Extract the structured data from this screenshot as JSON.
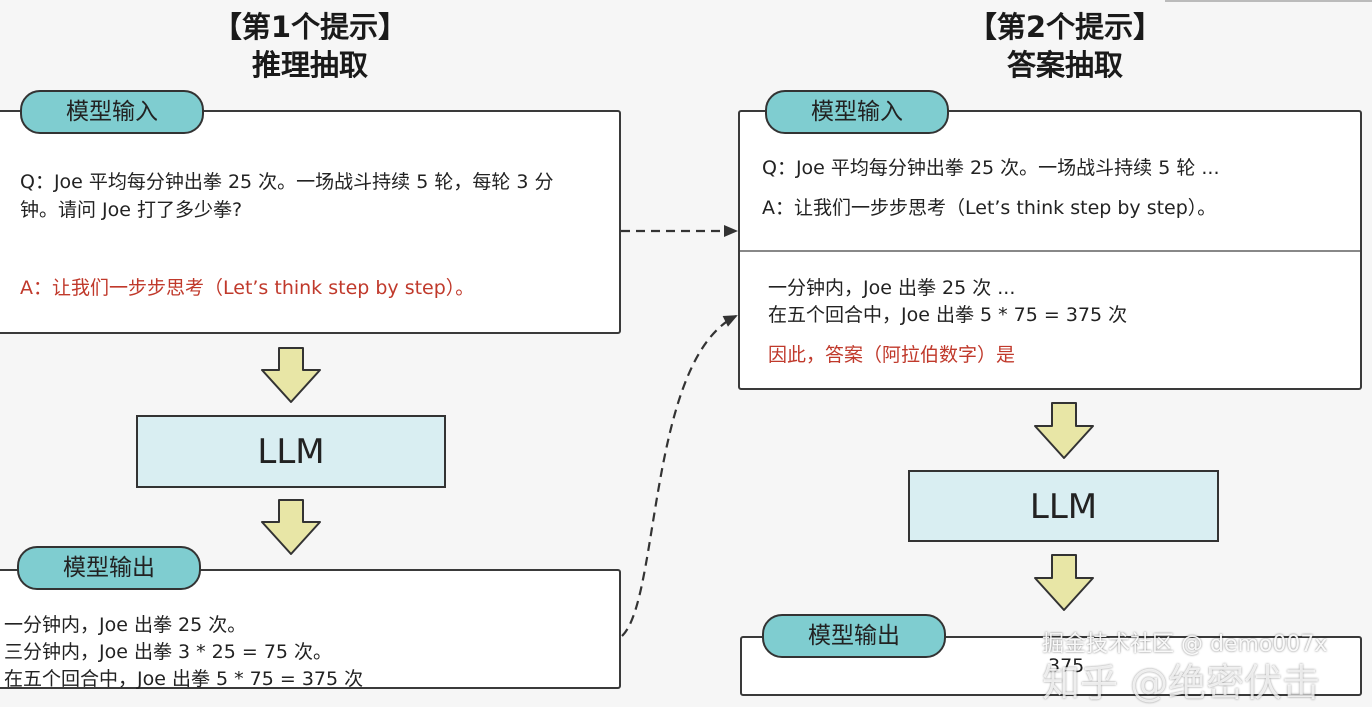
{
  "left": {
    "heading_line1": "【第1个提示】",
    "heading_line2": "推理抽取",
    "input_label": "模型输入",
    "question_line1": "Q：Joe 平均每分钟出拳 25 次。一场战斗持续 5 轮，每轮 3 分",
    "question_line2": "钟。请问 Joe 打了多少拳?",
    "answer_prompt": "A：让我们一步步思考（Let’s think step by step）。",
    "llm_label": "LLM",
    "output_label": "模型输出",
    "output_line1": "一分钟内，Joe 出拳 25 次。",
    "output_line2": "三分钟内，Joe 出拳 3 * 25 = 75 次。",
    "output_line3": "在五个回合中，Joe 出拳 5 * 75 = 375 次"
  },
  "right": {
    "heading_line1": "【第2个提示】",
    "heading_line2": "答案抽取",
    "input_label": "模型输入",
    "question_line": "Q：Joe 平均每分钟出拳 25 次。一场战斗持续 5 轮 ...",
    "answer_prompt": "A：让我们一步步思考（Let’s think step by step）。",
    "reasoning_line1": "一分钟内，Joe 出拳 25 次 ...",
    "reasoning_line2": "在五个回合中，Joe 出拳 5 * 75 = 375 次",
    "answer_trigger": "因此，答案（阿拉伯数字）是",
    "llm_label": "LLM",
    "output_label": "模型输出",
    "output_value": "375"
  },
  "watermark": {
    "line1": "掘金技术社区 @ demo007x",
    "line2": "知乎 @绝密伏击"
  },
  "colors": {
    "pill": "#7fcdd0",
    "llm": "#d9eef2",
    "arrow_fill": "#e8e6a6",
    "red_text": "#c0392b"
  }
}
